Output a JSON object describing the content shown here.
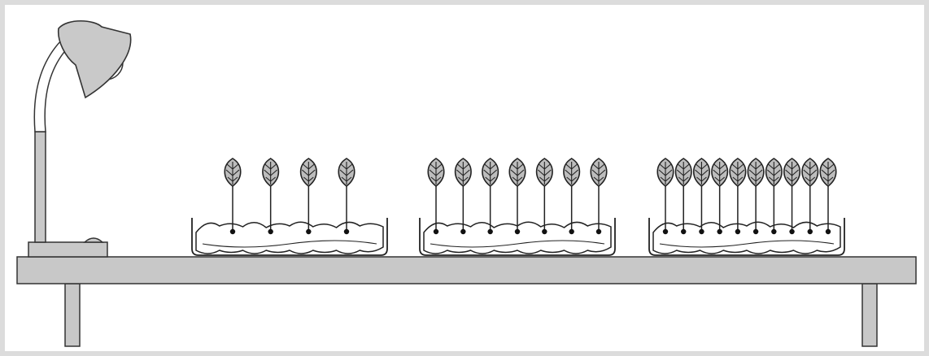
{
  "illustration": {
    "colors": {
      "background": "#ffffff",
      "frame": "#dcdcdc",
      "table": "#c8c8c8",
      "lamp": "#c9c9c9",
      "leaf": "#bdbdbd",
      "cotton": "#ffffff",
      "outline": "#222222"
    },
    "lamp": {
      "icon": "desk-lamp-icon"
    },
    "dishes": [
      {
        "seedling_count": 4
      },
      {
        "seedling_count": 7
      },
      {
        "seedling_count": 10
      }
    ]
  }
}
